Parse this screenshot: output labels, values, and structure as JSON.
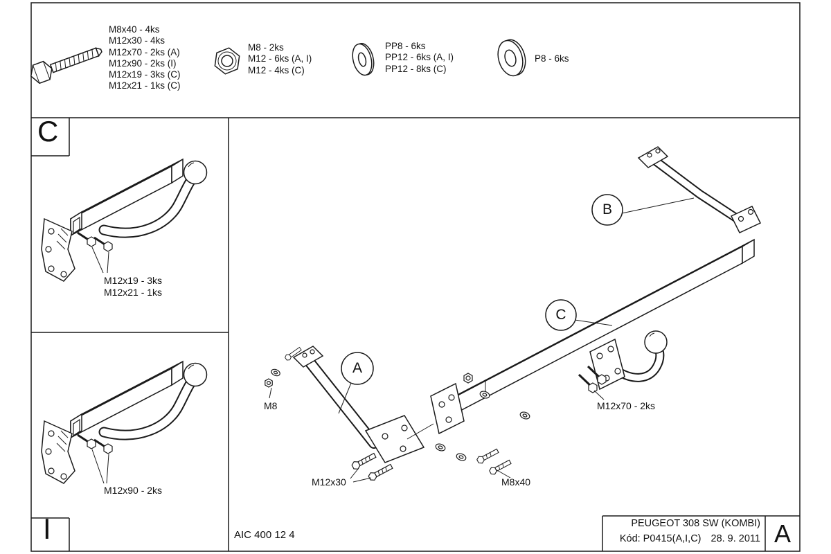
{
  "legend": {
    "bolt": {
      "icon": "hex-bolt-icon",
      "lines": [
        "M8x40 - 4ks",
        "M12x30 - 4ks",
        "M12x70 - 2ks (A)",
        "M12x90 - 2ks (I)",
        "M12x19 - 3ks (C)",
        "M12x21 - 1ks (C)"
      ]
    },
    "nut": {
      "icon": "hex-nut-icon",
      "lines": [
        "M8 - 2ks",
        "M12 - 6ks (A, I)",
        "M12 - 4ks (C)"
      ]
    },
    "spring_washer": {
      "icon": "washer-icon",
      "lines": [
        "PP8 - 6ks",
        "PP12 - 6ks (A, I)",
        "PP12 - 8ks (C)"
      ]
    },
    "flat_washer": {
      "icon": "large-washer-icon",
      "lines": [
        "P8 - 6ks"
      ]
    }
  },
  "panel_c": {
    "corner_label": "C",
    "annotations": [
      "M12x19 - 3ks",
      "M12x21 - 1ks"
    ]
  },
  "panel_i": {
    "corner_label": "I",
    "annotations": [
      "M12x90 - 2ks"
    ]
  },
  "main_view": {
    "callouts": [
      {
        "label": "A"
      },
      {
        "label": "B"
      },
      {
        "label": "C"
      }
    ],
    "annotations": {
      "m8": "M8",
      "m12x30": "M12x30",
      "m8x40": "M8x40",
      "m12x70": "M12x70 - 2ks"
    }
  },
  "title_block": {
    "drawing_number": "AIC 400 12 4",
    "vehicle": "PEUGEOT 308 SW (KOMBI)",
    "code": "Kód: P0415(A,I,C)",
    "date": "28. 9. 2011",
    "sheet_letter": "A"
  },
  "colors": {
    "line": "#1a1a1a",
    "background": "#ffffff"
  }
}
